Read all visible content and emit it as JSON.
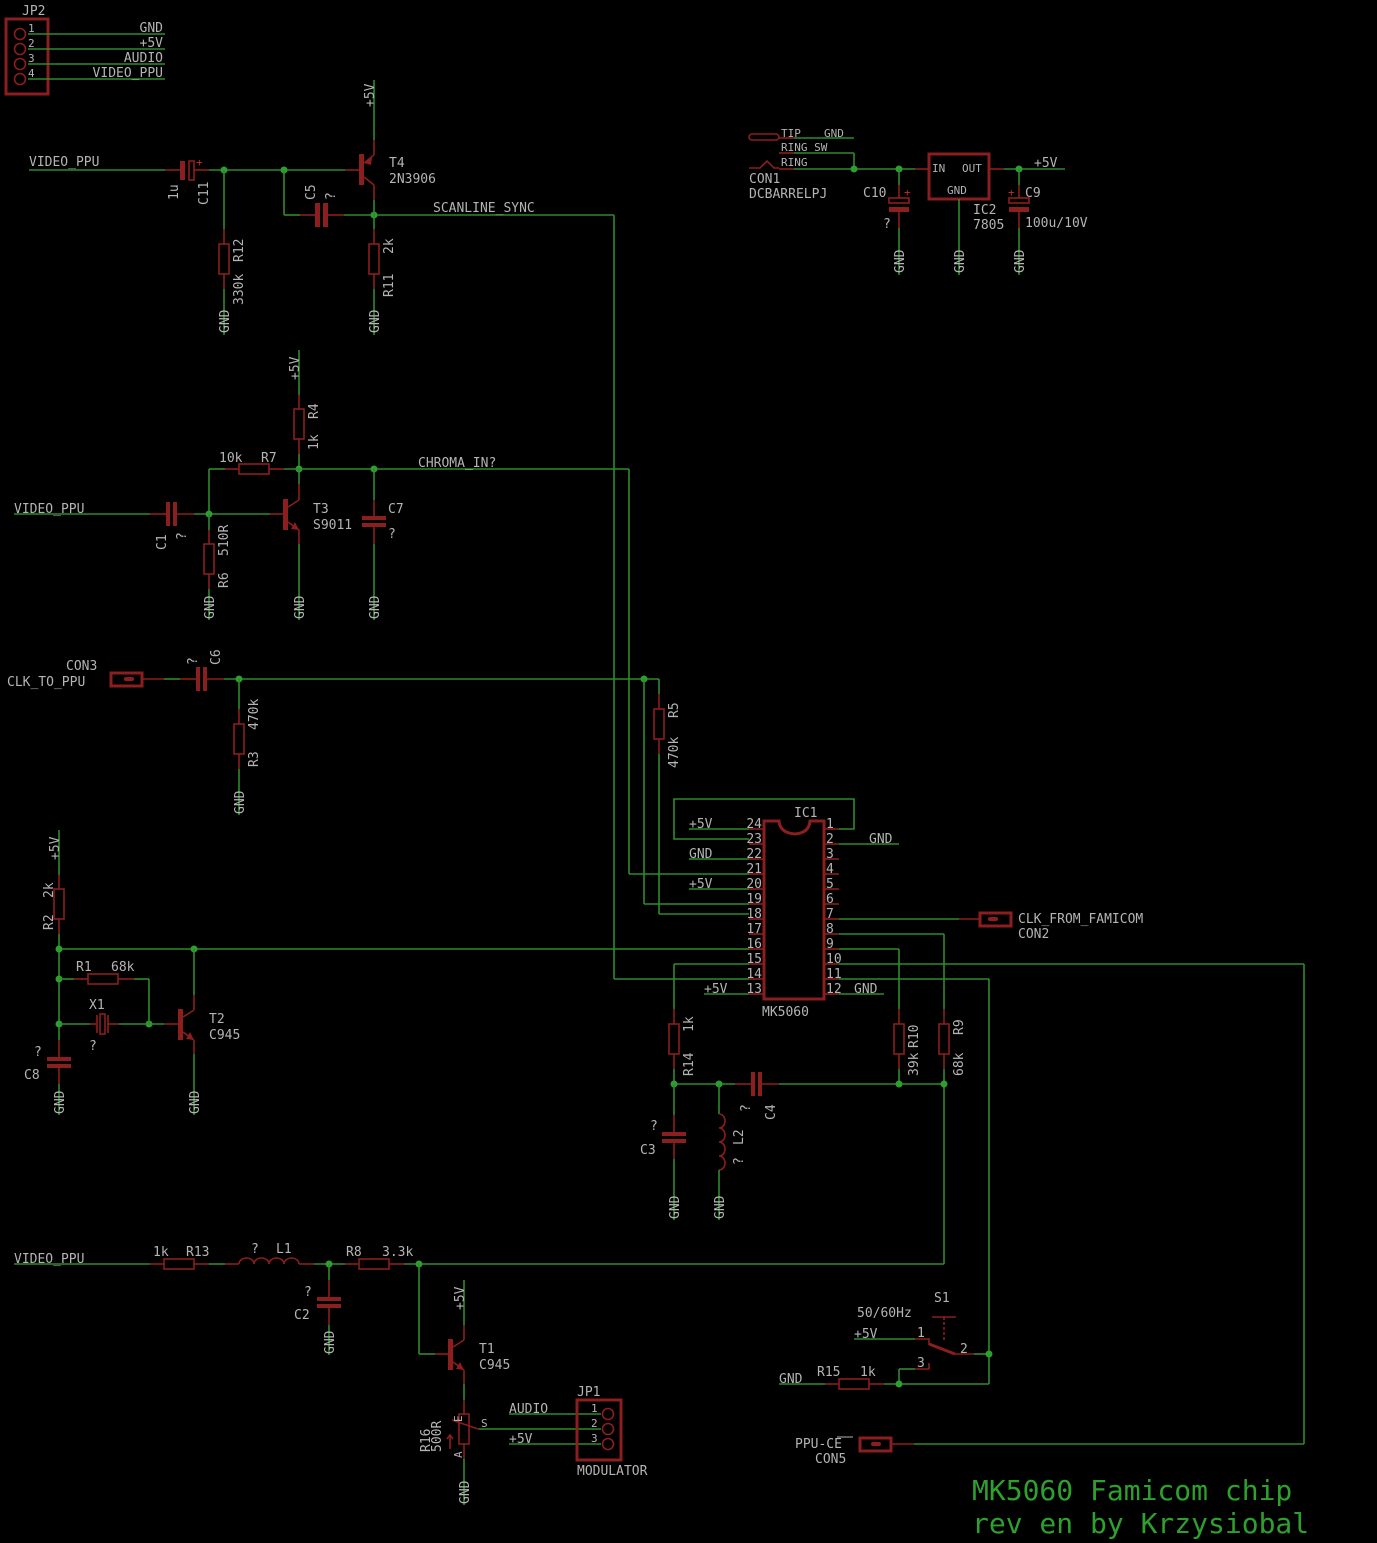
{
  "nets": {
    "gnd": "GND",
    "vcc": "+5V",
    "audio": "AUDIO",
    "video_ppu": "VIDEO_PPU",
    "scanline_sync": "SCANLINE_SYNC",
    "chroma_in": "CHROMA_IN?"
  },
  "jp2": {
    "name": "JP2",
    "pins": [
      "1",
      "2",
      "3",
      "4"
    ],
    "signals": [
      "GND",
      "+5V",
      "AUDIO",
      "VIDEO_PPU"
    ]
  },
  "t4": {
    "name": "T4",
    "value": "2N3906"
  },
  "c11": {
    "name": "C11",
    "value": "1u"
  },
  "r12": {
    "name": "R12",
    "value": "330k"
  },
  "c5": {
    "name": "C5",
    "value": "?"
  },
  "r11": {
    "name": "R11",
    "value": "2k"
  },
  "con1": {
    "name": "CON1",
    "value": "DCBARRELPJ",
    "pins": [
      "TIP",
      "RING_SW",
      "RING"
    ],
    "tip_net": "GND"
  },
  "c10": {
    "name": "C10",
    "value": "?"
  },
  "ic2": {
    "name": "IC2",
    "value": "7805",
    "pin_in": "IN",
    "pin_out": "OUT",
    "pin_gnd": "GND"
  },
  "c9": {
    "name": "C9",
    "value": "100u/10V"
  },
  "r4": {
    "name": "R4",
    "value": "1k"
  },
  "r7": {
    "name": "R7",
    "value": "10k"
  },
  "c1": {
    "name": "C1",
    "value": "?"
  },
  "r6": {
    "name": "R6",
    "value": "510R"
  },
  "t3": {
    "name": "T3",
    "value": "S9011"
  },
  "c7": {
    "name": "C7",
    "value": "?"
  },
  "con3": {
    "name": "CON3",
    "value": "CLK_TO_PPU"
  },
  "c6": {
    "name": "C6",
    "value": "?"
  },
  "r3": {
    "name": "R3",
    "value": "470k"
  },
  "r5": {
    "name": "R5",
    "value": "470k"
  },
  "ic1": {
    "name": "IC1",
    "value": "MK5060",
    "left_pins": [
      "24",
      "23",
      "22",
      "21",
      "20",
      "19",
      "18",
      "17",
      "16",
      "15",
      "14",
      "13"
    ],
    "right_pins": [
      "1",
      "2",
      "3",
      "4",
      "5",
      "6",
      "7",
      "8",
      "9",
      "10",
      "11",
      "12"
    ],
    "left_labels": [
      "+5V",
      "",
      "GND",
      "",
      "+5V",
      "",
      "",
      "",
      "",
      "",
      "",
      "+5V"
    ],
    "right_labels": [
      "",
      "GND",
      "",
      "",
      "",
      "",
      "",
      "",
      "",
      "",
      "",
      "GND"
    ]
  },
  "con2": {
    "name": "CON2",
    "value": "CLK_FROM_FAMICOM"
  },
  "r2": {
    "name": "R2",
    "value": "2k"
  },
  "r1": {
    "name": "R1",
    "value": "68k"
  },
  "x1": {
    "name": "X1",
    "value": "?"
  },
  "t2": {
    "name": "T2",
    "value": "C945"
  },
  "c8": {
    "name": "C8",
    "value": "?"
  },
  "r14": {
    "name": "R14",
    "value": "1k"
  },
  "r10": {
    "name": "R10",
    "value": "39k"
  },
  "r9": {
    "name": "R9",
    "value": "68k"
  },
  "c4": {
    "name": "C4",
    "value": "?"
  },
  "c3": {
    "name": "C3",
    "value": "?"
  },
  "l2": {
    "name": "L2",
    "value": "?"
  },
  "r13": {
    "name": "R13",
    "value": "1k"
  },
  "l1": {
    "name": "L1",
    "value": "?"
  },
  "r8": {
    "name": "R8",
    "value": "3.3k"
  },
  "c2": {
    "name": "C2",
    "value": "?"
  },
  "t1": {
    "name": "T1",
    "value": "C945"
  },
  "r16": {
    "name": "R16",
    "value": "500R",
    "pin_e": "E",
    "pin_a": "A",
    "pin_s": "S"
  },
  "jp1": {
    "name": "JP1",
    "value": "MODULATOR",
    "pins": [
      "1",
      "2",
      "3"
    ],
    "signals": [
      "AUDIO",
      "",
      "+5V"
    ]
  },
  "s1": {
    "name": "S1",
    "value": "50/60Hz",
    "pins": [
      "1",
      "2",
      "3"
    ]
  },
  "r15": {
    "name": "R15",
    "value": "1k"
  },
  "con5": {
    "name": "CON5",
    "value": "PPU-CE"
  },
  "title_block": {
    "line1": "MK5060 Famicom chip",
    "line2": "rev en by Krzysiobal"
  }
}
